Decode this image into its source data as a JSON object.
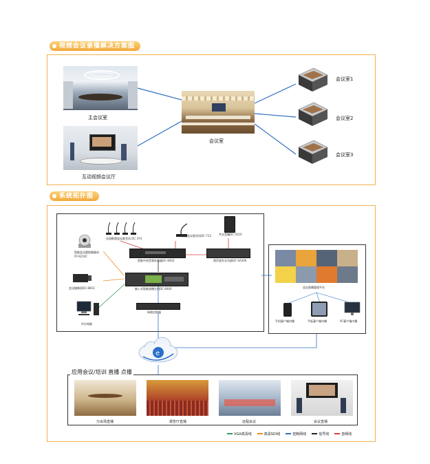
{
  "section1": {
    "title": "视频会议录播解决方案图",
    "main_room": "主会议室",
    "interactive_room": "互动视频会议厅",
    "center_room": "会议室",
    "rooms": [
      "会议室1",
      "会议室2",
      "会议室3"
    ]
  },
  "section2": {
    "title": "系统拓扑图",
    "devices": {
      "wireless_mic": "无线鹅颈会议麦克风 DC-374",
      "wired_mic": "桌面会议麦克风DC-713",
      "speaker": "专业音箱DC-5510",
      "camera": "智能会议跟踪摄像机 FP-9210C",
      "audio_processor": "智能中央音频处理器DC-6002",
      "amplifier": "两声道专业功放DC-SA300",
      "recorder": "会议摄像机DC-8603",
      "recording_host": "嵌入式智能录播主机DC-6000",
      "pc": "评分电脑",
      "switch": "网络交换器"
    },
    "platform": "会议直播管理平台",
    "clients": [
      "手机客户端内播",
      "平板客户端内播",
      "PC客户端内播"
    ],
    "app_title": "应用会议/培训 直播 点播",
    "apps": [
      "分会场直播",
      "报告厅直播",
      "远程会议",
      "会议直播"
    ],
    "legend": [
      {
        "label": "VGA高清线",
        "color": "#2e9a5a"
      },
      {
        "label": "高清SDI线",
        "color": "#f08a24"
      },
      {
        "label": "控制网线",
        "color": "#2a6fc9"
      },
      {
        "label": "信号线",
        "color": "#222222"
      },
      {
        "label": "音频线",
        "color": "#d43b3b"
      }
    ]
  }
}
